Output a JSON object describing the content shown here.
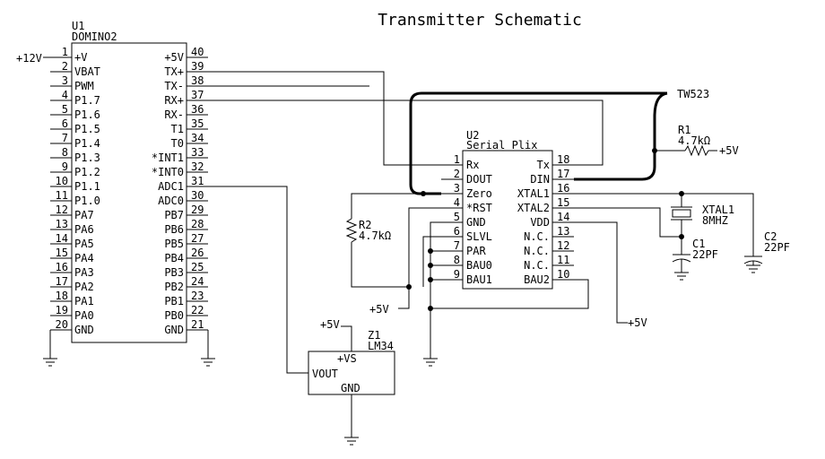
{
  "title": "Transmitter Schematic",
  "u1": {
    "ref": "U1",
    "part": "DOMINO2",
    "left_pins": [
      {
        "num": "1",
        "name": "+V"
      },
      {
        "num": "2",
        "name": "VBAT"
      },
      {
        "num": "3",
        "name": "PWM"
      },
      {
        "num": "4",
        "name": "P1.7"
      },
      {
        "num": "5",
        "name": "P1.6"
      },
      {
        "num": "6",
        "name": "P1.5"
      },
      {
        "num": "7",
        "name": "P1.4"
      },
      {
        "num": "8",
        "name": "P1.3"
      },
      {
        "num": "9",
        "name": "P1.2"
      },
      {
        "num": "10",
        "name": "P1.1"
      },
      {
        "num": "11",
        "name": "P1.0"
      },
      {
        "num": "12",
        "name": "PA7"
      },
      {
        "num": "13",
        "name": "PA6"
      },
      {
        "num": "14",
        "name": "PA5"
      },
      {
        "num": "15",
        "name": "PA4"
      },
      {
        "num": "16",
        "name": "PA3"
      },
      {
        "num": "17",
        "name": "PA2"
      },
      {
        "num": "18",
        "name": "PA1"
      },
      {
        "num": "19",
        "name": "PA0"
      },
      {
        "num": "20",
        "name": "GND"
      }
    ],
    "right_pins": [
      {
        "num": "40",
        "name": "+5V"
      },
      {
        "num": "39",
        "name": "TX+"
      },
      {
        "num": "38",
        "name": "TX-"
      },
      {
        "num": "37",
        "name": "RX+"
      },
      {
        "num": "36",
        "name": "RX-"
      },
      {
        "num": "35",
        "name": "T1"
      },
      {
        "num": "34",
        "name": "T0"
      },
      {
        "num": "33",
        "name": "*INT1"
      },
      {
        "num": "32",
        "name": "*INT0"
      },
      {
        "num": "31",
        "name": "ADC1"
      },
      {
        "num": "30",
        "name": "ADC0"
      },
      {
        "num": "29",
        "name": "PB7"
      },
      {
        "num": "28",
        "name": "PB6"
      },
      {
        "num": "27",
        "name": "PB5"
      },
      {
        "num": "26",
        "name": "PB4"
      },
      {
        "num": "25",
        "name": "PB3"
      },
      {
        "num": "24",
        "name": "PB2"
      },
      {
        "num": "23",
        "name": "PB1"
      },
      {
        "num": "22",
        "name": "PB0"
      },
      {
        "num": "21",
        "name": "GND"
      }
    ]
  },
  "u2": {
    "ref": "U2",
    "part": "Serial Plix",
    "left_pins": [
      {
        "num": "1",
        "name": "Rx"
      },
      {
        "num": "2",
        "name": "DOUT"
      },
      {
        "num": "3",
        "name": "Zero"
      },
      {
        "num": "4",
        "name": "*RST"
      },
      {
        "num": "5",
        "name": "GND"
      },
      {
        "num": "6",
        "name": "SLVL"
      },
      {
        "num": "7",
        "name": "PAR"
      },
      {
        "num": "8",
        "name": "BAU0"
      },
      {
        "num": "9",
        "name": "BAU1"
      }
    ],
    "right_pins": [
      {
        "num": "18",
        "name": "Tx"
      },
      {
        "num": "17",
        "name": "DIN"
      },
      {
        "num": "16",
        "name": "XTAL1"
      },
      {
        "num": "15",
        "name": "XTAL2"
      },
      {
        "num": "14",
        "name": "VDD"
      },
      {
        "num": "13",
        "name": "N.C."
      },
      {
        "num": "12",
        "name": "N.C."
      },
      {
        "num": "11",
        "name": "N.C."
      },
      {
        "num": "10",
        "name": "BAU2"
      }
    ]
  },
  "z1": {
    "ref": "Z1",
    "part": "LM34",
    "pin_vs": "+VS",
    "pin_vout": "VOUT",
    "pin_gnd": "GND"
  },
  "r1": {
    "ref": "R1",
    "value": "4.7kΩ"
  },
  "r2": {
    "ref": "R2",
    "value": "4.7kΩ"
  },
  "xtal1": {
    "ref": "XTAL1",
    "value": "8MHZ"
  },
  "c1": {
    "ref": "C1",
    "value": "22PF"
  },
  "c2": {
    "ref": "C2",
    "value": "22PF"
  },
  "connector": "TW523",
  "power": {
    "v12": "+12V",
    "v5": "+5V"
  }
}
